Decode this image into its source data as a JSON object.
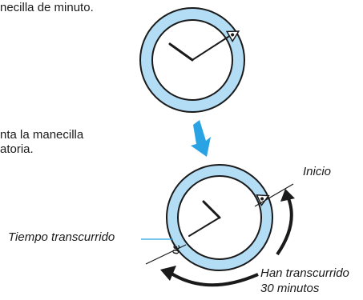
{
  "text": {
    "line1": "necilla de minuto.",
    "line2": "nta la manecilla",
    "line3": "atoria."
  },
  "labels": {
    "start": "Inicio",
    "elapsed": "Tiempo transcurrido",
    "passed_line1": "Han transcurrido",
    "passed_line2": "30 minutos"
  },
  "bezel_marker": "30",
  "colors": {
    "bezel_fill": "#b3dcf5",
    "arrow_blue": "#29a3e3",
    "ink": "#1a1a1a"
  },
  "icons": {
    "triangle_marker": "triangle-pip-icon",
    "step_arrow": "down-arrow-icon",
    "rotation_arrow": "curved-arrow-icon"
  }
}
